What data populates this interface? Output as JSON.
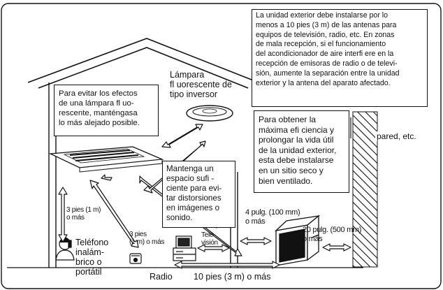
{
  "notes": {
    "top_right": "La unidad exterior debe instalarse por lo\nmenos a 10 pies (3 m) de las antenas para\nequipos de televisión, radio, etc. En zonas\nde mala recepción, si el funcionamiento\ndel acondicionador de aire interfi ere en la\nrecepción de emisoras de radio o de televi-\nsión, aumente la separación entre la unidad\nexterior y la antena del aparato afectado.",
    "inverter_lamp": "Para evitar los efectos\nde una lámpara fl uo-\nrescente, manténgasa\nlo más alejado posible.",
    "keep_space": "Mantenga un\nespacio sufi -\nciente para evi-\ntar distorsiones\nen imágenes o\nsonido.",
    "dry_place": "Para obtener la\nmáxima efi ciencia y\nprolongar la vida útil\nde la unidad exterior,\nesta debe instalarse\nen un sitio seco y\nbien ventilado."
  },
  "labels": {
    "lamp": "Lámpara\nfl uorescente de\ntipo inversor",
    "wall": "pared, etc.",
    "phone_distance": "3 pies (1 m)\no más",
    "phone": "Teléfono\ninalám-\nbrico o\nportátil",
    "radio_distance": "3 pies\n(1 m) o más",
    "radio": "Radio",
    "tv": "Tele-\nvisión",
    "distance_10ft": "10 pies (3 m) o más",
    "gap_4in": "4 pulg. (100 mm)\no más",
    "gap_20in": "20 pulg. (500 mm)\no más"
  },
  "colors": {
    "line": "#111111",
    "background": "#ffffff"
  }
}
